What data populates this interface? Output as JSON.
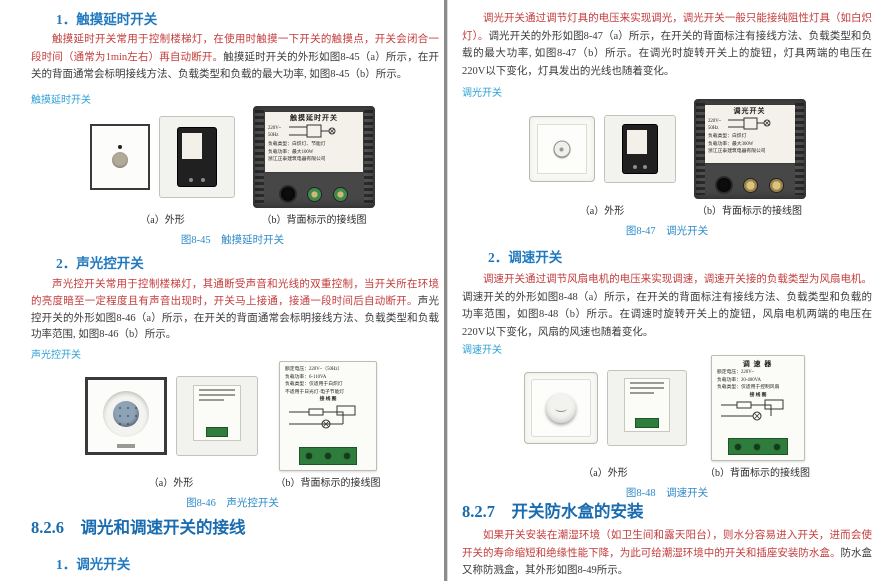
{
  "colors": {
    "heading_blue": "#2079bf",
    "section_blue": "#1a6cb0",
    "red_text": "#c43c3c",
    "body_text": "#3b3b3b",
    "tag_blue": "#2ea0d6",
    "caption_blue": "#2f8bca",
    "divider_gray": "#8c8c8c",
    "terminal_green": "#2e7d3c"
  },
  "left": {
    "s1_heading": "1．触摸延时开关",
    "s1_red": "触摸延时开关常用于控制楼梯灯，在使用时触摸一下开关的触摸点，开关会闭合一段时间（通常为1min左右）再自动断开。",
    "s1_black": "触摸延时开关的外形如图8-45（a）所示，在开关的背面通常会标明接线方法、负载类型和负载的最大功率, 如图8-45（b）所示。",
    "s1_tag": "触摸延时开关",
    "fig45": {
      "label_a": "（a）外形",
      "label_b": "（b）背面标示的接线图",
      "caption": "图8-45　触摸延时开关",
      "panel_title": "触摸延时开关",
      "panel_volt": "220V~",
      "panel_freq": "50Hz",
      "panel_line1": "负载类型：白炽灯、节能灯",
      "panel_line2": "负载功率：最大100W",
      "panel_line3": "浙江正泰建筑电器有限公司"
    },
    "s2_heading": "2．声光控开关",
    "s2_red": "声光控开关常用于控制楼梯灯，其通断受声音和光线的双重控制，当开关所在环境的亮度暗至一定程度且有声音出现时，开关马上接通，接通一段时间后自动断开。",
    "s2_black": "声光控开关的外形如图8-46（a）所示，在开关的背面通常会标明接线方法、负载类型和负载功率范围, 如图8-46（b）所示。",
    "s2_tag": "声光控开关",
    "fig46": {
      "label_a": "（a）外形",
      "label_b": "（b）背面标示的接线图",
      "caption": "图8-46　声光控开关",
      "panel_line1": "额定电压：220V~（50Hz）",
      "panel_line2": "负载功率：6-110VA",
      "panel_line3": "负载类型：仅适用于白炽灯",
      "panel_line4": "不适用于日光灯·电子节能灯",
      "panel_line5": "接 线 图"
    },
    "sec826_heading": "8.2.6　调光和调速开关的接线",
    "s3_heading": "1．调光开关"
  },
  "right": {
    "s4_red": "调光开关通过调节灯具的电压来实现调光，调光开关一般只能接纯阻性灯具（如白炽灯）。",
    "s4_black": "调光开关的外形如图8-47（a）所示，在开关的背面标注有接线方法、负载类型和负载的最大功率, 如图8-47（b）所示。在调光时旋转开关上的旋钮，灯具两端的电压在220V以下变化，灯具发出的光线也随着变化。",
    "s4_tag": "调光开关",
    "fig47": {
      "label_a": "（a）外形",
      "label_b": "（b）背面标示的接线图",
      "caption": "图8-47　调光开关",
      "panel_title": "调光开关",
      "panel_volt": "220V~",
      "panel_freq": "50Hz",
      "panel_line1": "负载类型：白炽灯",
      "panel_line2": "负载功率：最大300W",
      "panel_line3": "浙江正泰建筑电器有限公司"
    },
    "s5_heading": "2．调速开关",
    "s5_red": "调速开关通过调节风扇电机的电压来实现调速，调速开关接的负载类型为风扇电机。",
    "s5_black": "调速开关的外形如图8-48（a）所示，在开关的背面标注有接线方法、负载类型和负载的功率范围，如图8-48（b）所示。在调速时旋转开关上的旋钮，风扇电机两端的电压在220V以下变化，风扇的风速也随着变化。",
    "s5_tag": "调速开关",
    "fig48": {
      "label_a": "（a）外形",
      "label_b": "（b）背面标示的接线图",
      "caption": "图8-48　调速开关",
      "panel_title": "调 速 器",
      "panel_line1": "额定电压：220V~",
      "panel_line2": "负载功率：20-400VA",
      "panel_line3": "负载类型：仅适用于控制风扇",
      "panel_line4": "接 线 图"
    },
    "sec827_heading": "8.2.7　开关防水盒的安装",
    "s6_red": "如果开关安装在潮湿环境（如卫生间和露天阳台），则水分容易进入开关，进而会使开关的寿命缩短和绝缘性能下降，为此可给潮湿环境中的开关和插座安装防水盒。",
    "s6_black": "防水盒又称防溅盒，其外形如图8-49所示。"
  }
}
